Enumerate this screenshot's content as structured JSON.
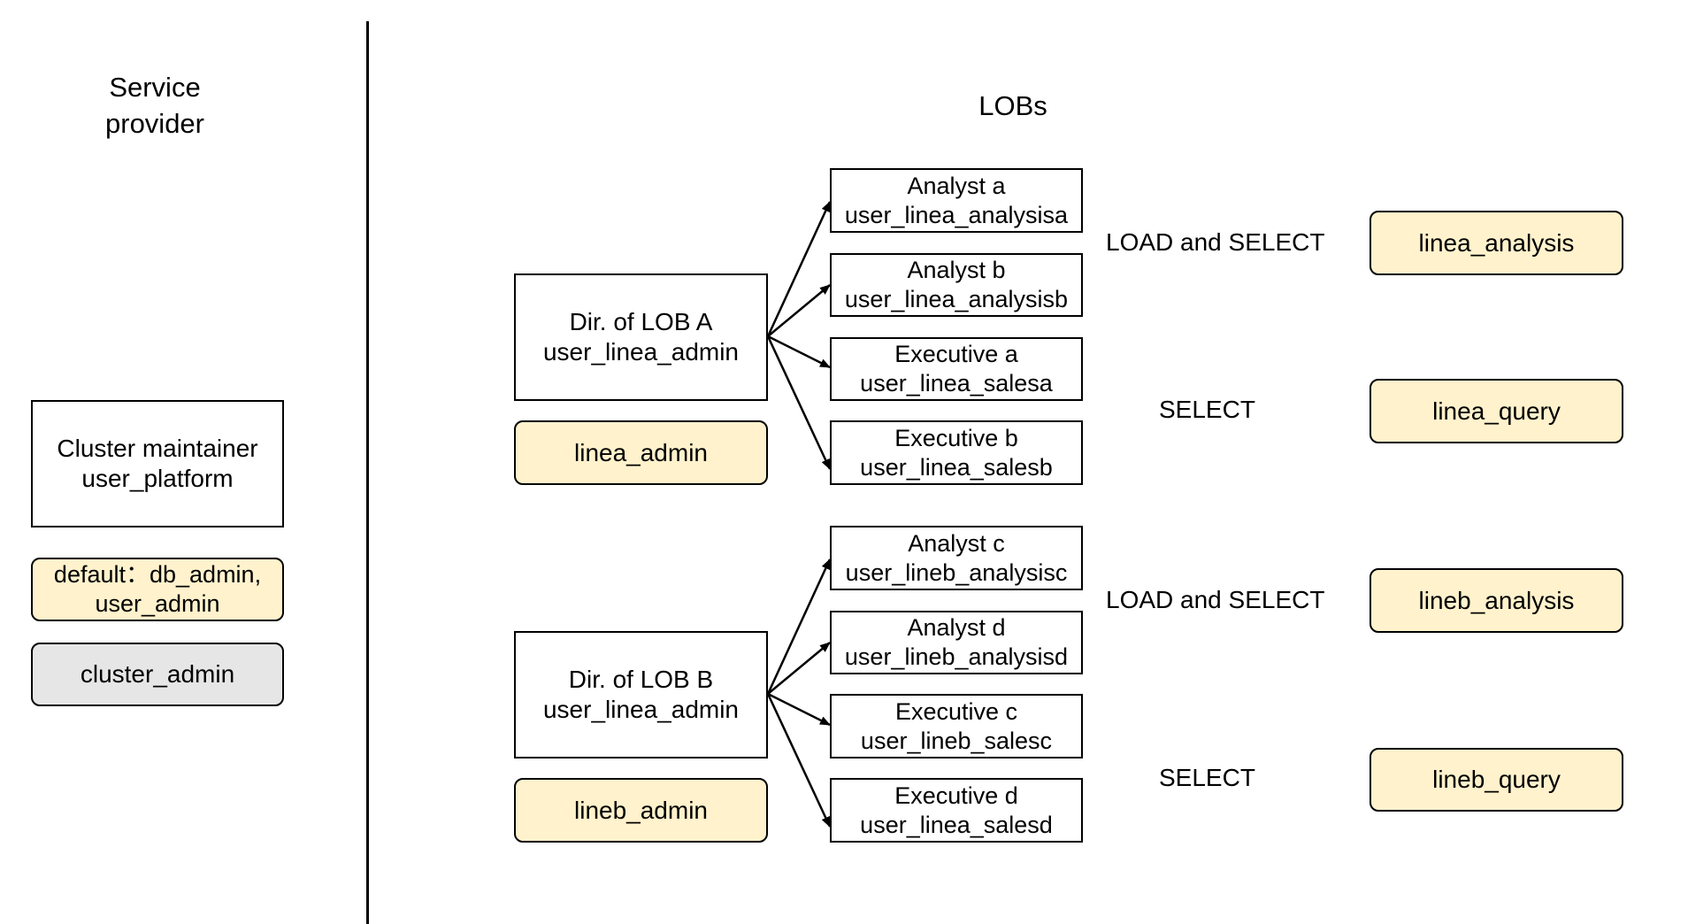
{
  "service_provider": {
    "title_line1": "Service",
    "title_line2": "provider",
    "maintainer": {
      "line1": "Cluster maintainer",
      "line2": "user_platform"
    },
    "default_role": {
      "line1": "default：db_admin,",
      "line2": "user_admin"
    },
    "cluster_role": "cluster_admin"
  },
  "lobs": {
    "title": "LOBs",
    "lob_a": {
      "director": {
        "line1": "Dir. of LOB A",
        "line2": "user_linea_admin"
      },
      "admin_role": "linea_admin",
      "members": [
        {
          "line1": "Analyst a",
          "line2": "user_linea_analysisa"
        },
        {
          "line1": "Analyst b",
          "line2": "user_linea_analysisb"
        },
        {
          "line1": "Executive a",
          "line2": "user_linea_salesa"
        },
        {
          "line1": "Executive b",
          "line2": "user_linea_salesb"
        }
      ],
      "grants": [
        {
          "permission": "LOAD and SELECT",
          "role": "linea_analysis"
        },
        {
          "permission": "SELECT",
          "role": "linea_query"
        }
      ]
    },
    "lob_b": {
      "director": {
        "line1": "Dir. of LOB B",
        "line2": "user_linea_admin"
      },
      "admin_role": "lineb_admin",
      "members": [
        {
          "line1": "Analyst c",
          "line2": "user_lineb_analysisc"
        },
        {
          "line1": "Analyst d",
          "line2": "user_lineb_analysisd"
        },
        {
          "line1": "Executive c",
          "line2": "user_lineb_salesc"
        },
        {
          "line1": "Executive d",
          "line2": "user_linea_salesd"
        }
      ],
      "grants": [
        {
          "permission": "LOAD and SELECT",
          "role": "lineb_analysis"
        },
        {
          "permission": "SELECT",
          "role": "lineb_query"
        }
      ]
    }
  },
  "colors": {
    "role_fill": "#fff2cc",
    "cluster_role_fill": "#e6e6e6",
    "stroke": "#000000"
  }
}
